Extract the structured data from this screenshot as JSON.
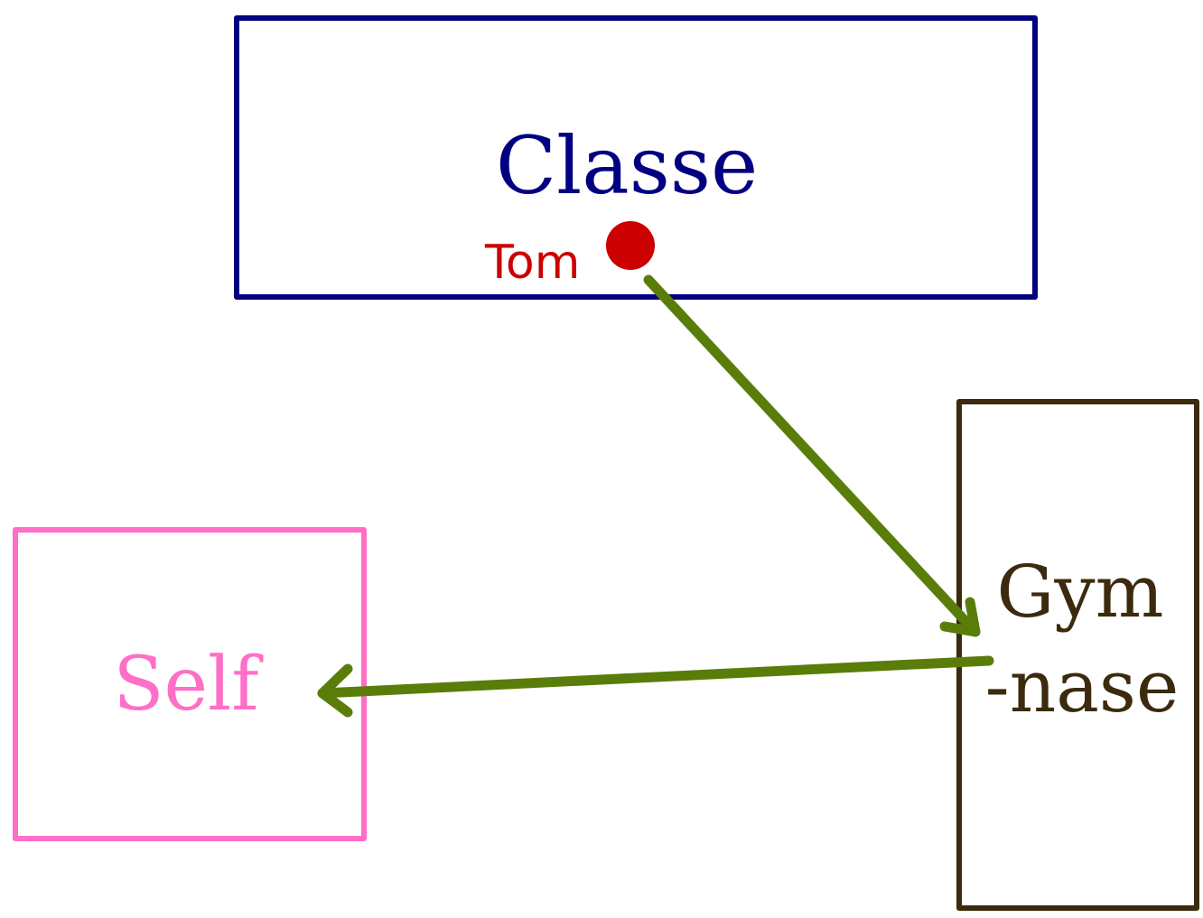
{
  "diagram": {
    "rooms": {
      "classe": {
        "label": "Classe",
        "color": "#000080"
      },
      "gymnase": {
        "label_line1": "Gym",
        "label_line2": "-nase",
        "color": "#3b2a0e"
      },
      "self": {
        "label": "Self",
        "color": "#ff6ec7"
      }
    },
    "person": {
      "name": "Tom",
      "color": "#cc0000",
      "start_room": "Classe"
    },
    "path": {
      "color": "#5a7d0a",
      "steps": [
        {
          "from": "Classe",
          "to": "Gymnase"
        },
        {
          "from": "Gymnase",
          "to": "Self"
        }
      ]
    }
  }
}
